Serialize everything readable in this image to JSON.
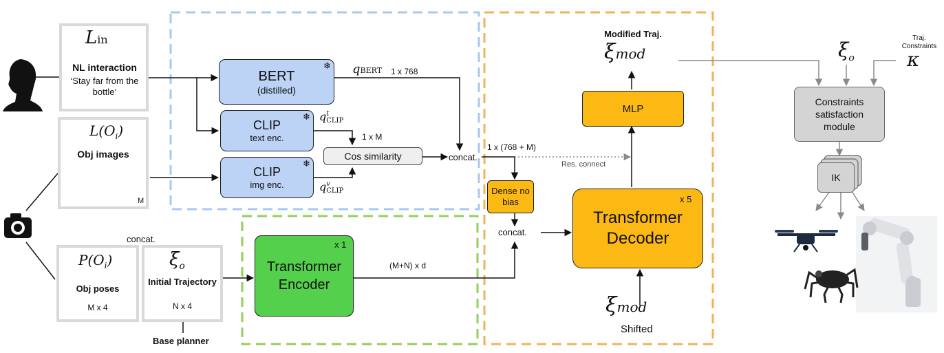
{
  "input": {
    "lin_symbol": "L",
    "lin_sub": "in",
    "nl_title": "NL interaction",
    "nl_text": "‘Stay far from the bottle’",
    "obj_img_symbol": "L(O",
    "obj_img_sub": "i",
    "obj_img_close": ")",
    "obj_img_title": "Obj images",
    "obj_img_count": "M",
    "obj_pose_symbol": "P(O",
    "obj_pose_sub": "i",
    "obj_pose_close": ")",
    "obj_pose_title": "Obj poses",
    "obj_pose_dim": "M x 4",
    "traj_symbol": "ξ",
    "traj_sub": "o",
    "traj_title": "Initial Trajectory",
    "traj_dim": "N x 4",
    "concat_top": "concat.",
    "base_planner": "Base planner"
  },
  "language": {
    "bert_title": "BERT",
    "bert_sub": "(distilled)",
    "bert_q": "q",
    "bert_q_sub": "BERT",
    "bert_dim": "1 x 768",
    "clip_text_title": "CLIP",
    "clip_text_sub": "text enc.",
    "clip_text_q": "q",
    "clip_text_q_sup": "t",
    "clip_text_q_sub": "CLIP",
    "clip_img_title": "CLIP",
    "clip_img_sub": "img enc.",
    "clip_img_q": "q",
    "clip_img_q_sup": "v",
    "clip_img_q_sub": "CLIP",
    "cos_label": "Cos similarity",
    "cos_dim": "1 x M",
    "concat_label": "concat.",
    "frozen_glyph": "❄"
  },
  "encoder": {
    "title": "Transformer Encoder",
    "multiplier": "x 1",
    "out_dim": "(M+N) x d"
  },
  "decoder": {
    "concat_dim": "1 x (768 + M)",
    "res_connect": "Res. connect",
    "dense_label": "Dense no bias",
    "concat_label": "concat.",
    "title": "Transformer Decoder",
    "multiplier": "x 5",
    "mlp": "MLP",
    "modified_title": "Modified Traj.",
    "xi_mod": "ξ",
    "xi_mod_sub": "mod",
    "shifted": "Shifted"
  },
  "constraints": {
    "xi_o": "ξ",
    "xi_o_sub": "o",
    "traj_constraints": "Traj. Constraints",
    "kappa": "κ",
    "module_label": "Constraints satisfaction module",
    "ik_label": "IK"
  },
  "colors": {
    "blue_fill": "#bcd3f5",
    "orange_fill": "#fdb913",
    "green_fill": "#55d04c",
    "blue_dash": "#a9c8ef",
    "orange_dash": "#f2b25c",
    "green_dash": "#93d05a",
    "grey_fill": "#d4d4d4"
  },
  "icons": [
    "person-silhouette-icon",
    "camera-icon",
    "speech-bubble-icon",
    "hammer-icon",
    "bottle-icon",
    "apple-icon",
    "drone-icon",
    "robot-arm-icon",
    "hexapod-robot-icon"
  ]
}
